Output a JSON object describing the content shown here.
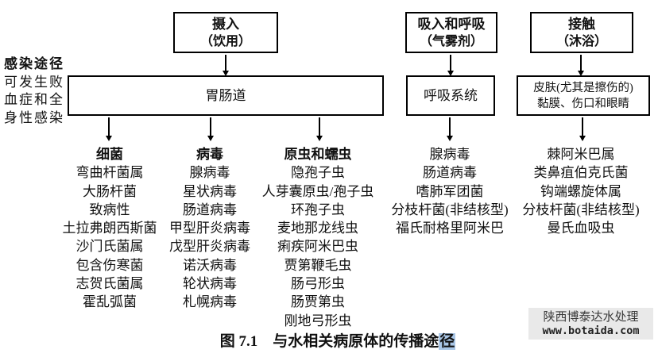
{
  "left_note": {
    "title": "感染途径",
    "lines": [
      "可发生败",
      "血症和全",
      "身性感染"
    ]
  },
  "top_boxes": [
    {
      "title": "摄入",
      "subtitle": "（饮用）"
    },
    {
      "title": "吸入和呼吸",
      "subtitle": "（气雾剂）"
    },
    {
      "title": "接触",
      "subtitle": "（沐浴）"
    }
  ],
  "mid_boxes": {
    "gi": {
      "label": "胃肠道"
    },
    "respiratory": {
      "label": "呼吸系统"
    },
    "skin": {
      "line1": "皮肤(尤其是擦伤的)",
      "line2": "黏膜、伤口和眼睛"
    }
  },
  "gi_columns": [
    {
      "header": "细菌",
      "items": [
        "弯曲杆菌属",
        "大肠杆菌",
        "致病性",
        "土拉弗朗西斯菌",
        "沙门氏菌属",
        "包含伤寒菌",
        "志贺氏菌属",
        "霍乱弧菌"
      ]
    },
    {
      "header": "病毒",
      "items": [
        "腺病毒",
        "星状病毒",
        "肠道病毒",
        "甲型肝炎病毒",
        "戊型肝炎病毒",
        "诺沃病毒",
        "轮状病毒",
        "札幌病毒"
      ]
    },
    {
      "header": "原虫和蠕虫",
      "items": [
        "隐孢子虫",
        "人芽囊原虫/孢子虫",
        "环孢子虫",
        "麦地那龙线虫",
        "痢疾阿米巴虫",
        "贾第鞭毛虫",
        "肠弓形虫",
        "肠贾第虫",
        "刚地弓形虫"
      ]
    }
  ],
  "respiratory_list": {
    "items": [
      "腺病毒",
      "肠道病毒",
      "嗜肺军团菌",
      "分枝杆菌(非结核型)",
      "福氏耐格里阿米巴"
    ]
  },
  "contact_list": {
    "items": [
      "棘阿米巴属",
      "类鼻疽伯克氏菌",
      "钩端螺旋体属",
      "分枝杆菌(非结核型)",
      "曼氏血吸虫"
    ]
  },
  "caption": {
    "prefix": "图 7.1　与水相关病原体的传播途",
    "highlight": "径",
    "highlight_color": "#a9c6e6"
  },
  "watermark": {
    "line1": "陕西博泰达水处理",
    "line2": "www.botaida.com"
  }
}
